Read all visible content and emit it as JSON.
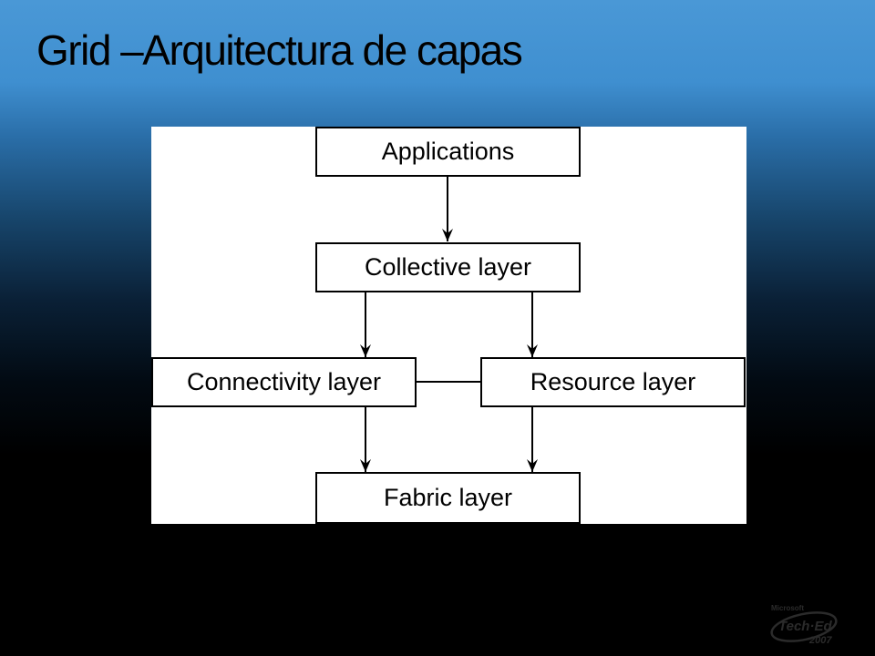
{
  "slide": {
    "title": "Grid –Arquitectura de capas"
  },
  "diagram": {
    "nodes": {
      "applications": "Applications",
      "collective": "Collective layer",
      "connectivity": "Connectivity layer",
      "resource": "Resource layer",
      "fabric": "Fabric layer"
    },
    "edges": [
      {
        "from": "applications",
        "to": "collective",
        "type": "arrow"
      },
      {
        "from": "collective",
        "to": "connectivity",
        "type": "arrow"
      },
      {
        "from": "collective",
        "to": "resource",
        "type": "arrow"
      },
      {
        "from": "connectivity",
        "to": "resource",
        "type": "line"
      },
      {
        "from": "connectivity",
        "to": "fabric",
        "type": "arrow"
      },
      {
        "from": "resource",
        "to": "fabric",
        "type": "arrow"
      }
    ]
  },
  "logo": {
    "brand": "Microsoft",
    "name": "Tech·Ed",
    "year": "2007"
  }
}
